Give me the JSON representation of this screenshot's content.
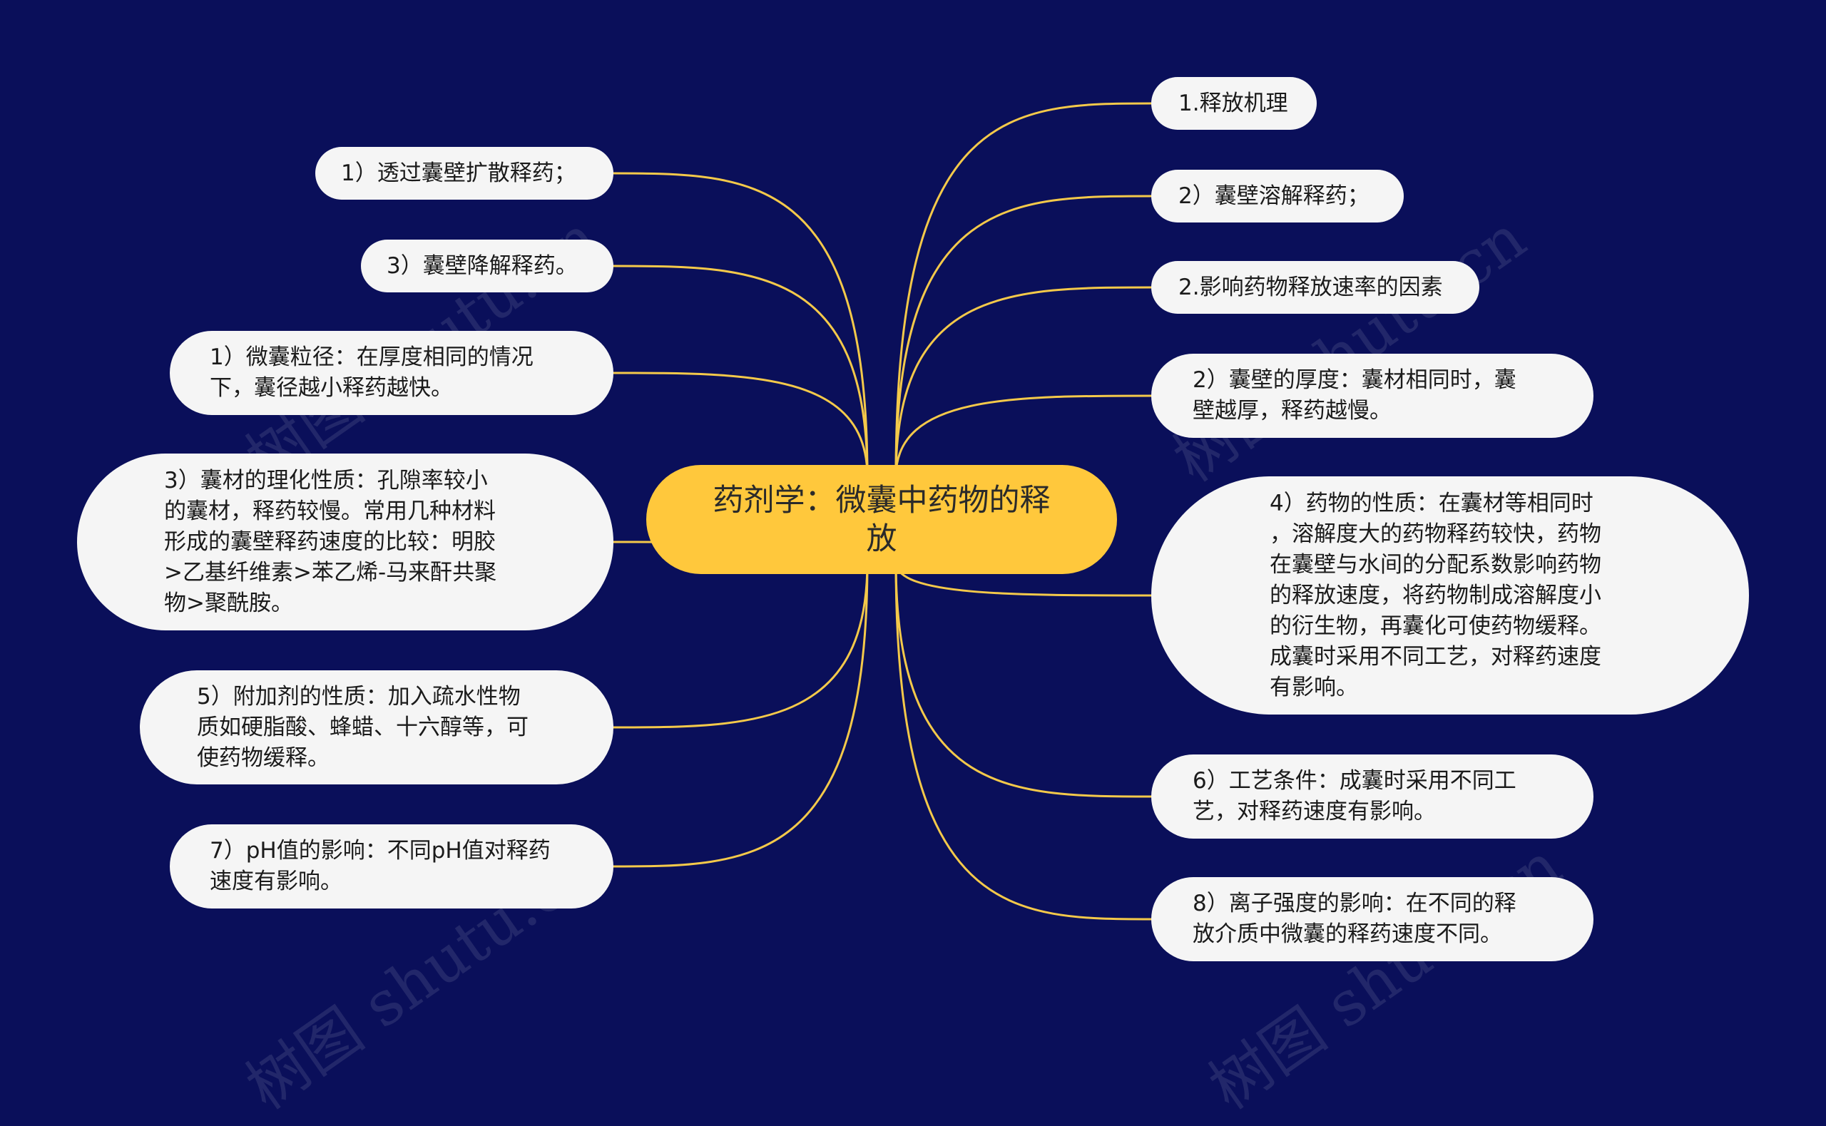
{
  "colors": {
    "background": "#0a0f5a",
    "root_fill": "#ffc83c",
    "node_fill": "#f5f5f5",
    "connector": "#f4c94a"
  },
  "root": {
    "label": "药剂学：微囊中药物的释\n放"
  },
  "left_nodes": [
    {
      "label": "1）透过囊壁扩散释药；"
    },
    {
      "label": "3）囊壁降解释药。"
    },
    {
      "label": "1）微囊粒径：在厚度相同的情况\n下，囊径越小释药越快。"
    },
    {
      "label": "3）囊材的理化性质：孔隙率较小\n的囊材，释药较慢。常用几种材料\n形成的囊壁释药速度的比较：明胶\n>乙基纤维素>苯乙烯-马来酐共聚\n物>聚酰胺。"
    },
    {
      "label": "5）附加剂的性质：加入疏水性物\n质如硬脂酸、蜂蜡、十六醇等，可\n使药物缓释。"
    },
    {
      "label": "7）pH值的影响：不同pH值对释药\n速度有影响。"
    }
  ],
  "right_nodes": [
    {
      "label": "1.释放机理"
    },
    {
      "label": "2）囊壁溶解释药；"
    },
    {
      "label": "2.影响药物释放速率的因素"
    },
    {
      "label": "2）囊壁的厚度：囊材相同时，囊\n壁越厚，释药越慢。"
    },
    {
      "label": "4）药物的性质：在囊材等相同时\n，溶解度大的药物释药较快，药物\n在囊壁与水间的分配系数影响药物\n的释放速度，将药物制成溶解度小\n的衍生物，再囊化可使药物缓释。\n成囊时采用不同工艺，对释药速度\n有影响。"
    },
    {
      "label": "6）工艺条件：成囊时采用不同工\n艺，对释药速度有影响。"
    },
    {
      "label": "8）离子强度的影响：在不同的释\n放介质中微囊的释药速度不同。"
    }
  ]
}
